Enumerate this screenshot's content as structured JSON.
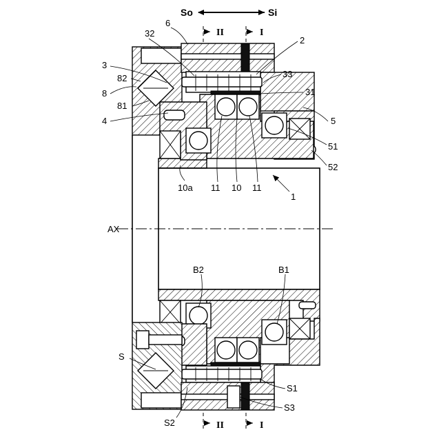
{
  "direction": {
    "left": "So",
    "right": "Si"
  },
  "sections": {
    "two": "II",
    "one": "I"
  },
  "labels": {
    "n6": "6",
    "n32": "32",
    "n2": "2",
    "n3": "3",
    "n82": "82",
    "n33": "33",
    "n8": "8",
    "n31": "31",
    "n81": "81",
    "n4": "4",
    "n5": "5",
    "n51": "51",
    "n52": "52",
    "n10a": "10a",
    "n11a": "11",
    "n10": "10",
    "n11b": "11",
    "n1": "1",
    "ax": "AX",
    "b2": "B2",
    "b1": "B1",
    "s": "S",
    "s1": "S1",
    "s2": "S2",
    "s3": "S3"
  }
}
